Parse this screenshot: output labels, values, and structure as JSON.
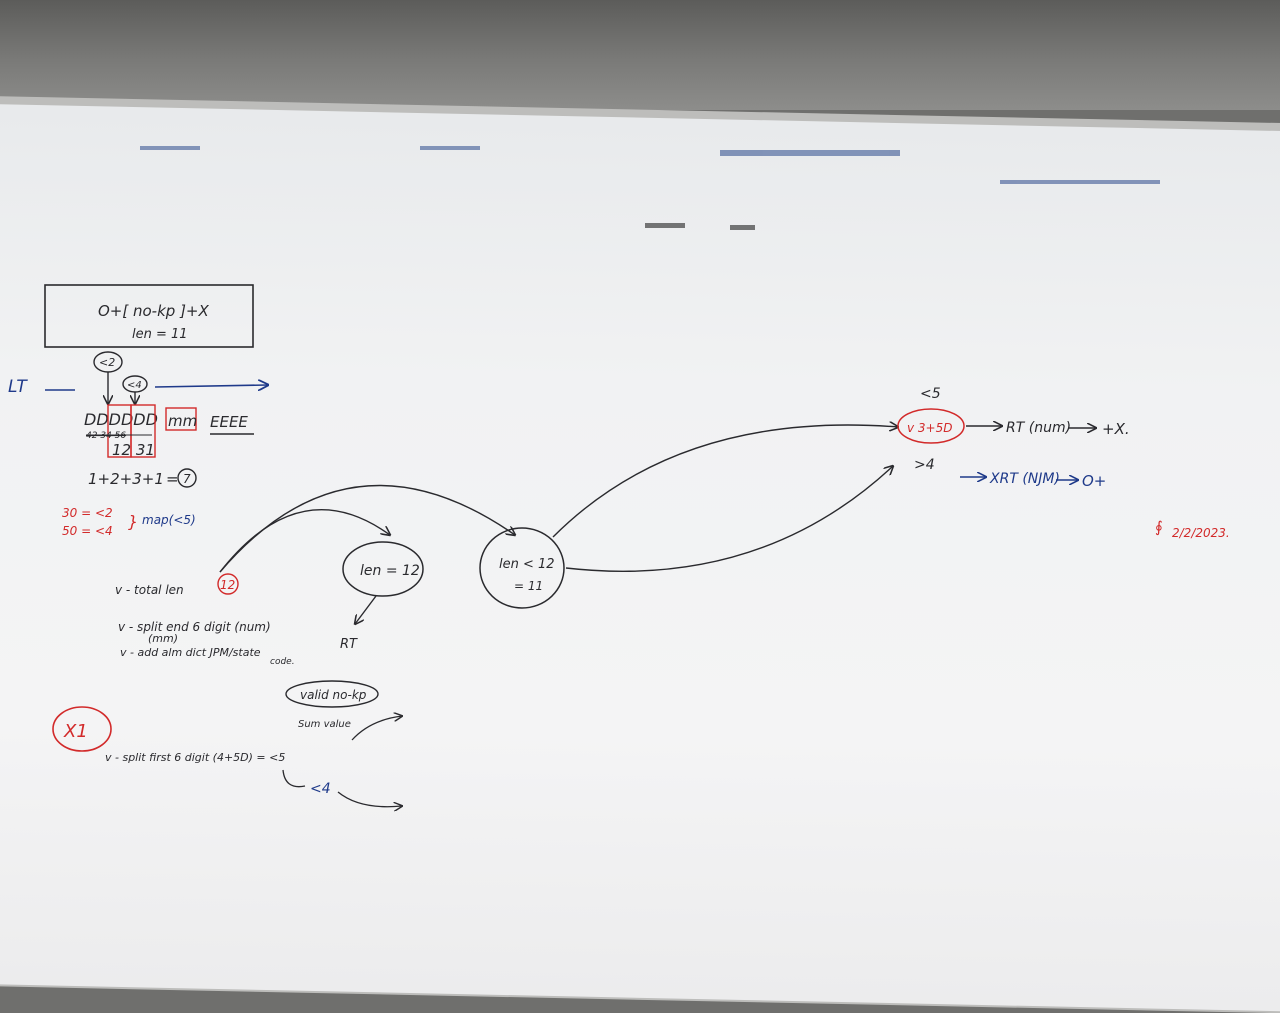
{
  "whiteboard": {
    "box": {
      "line1": "O+[ no-kp ]+X",
      "line2": "len = 11"
    },
    "left_label": "LT",
    "circle_lt2": "<2",
    "circle_lt4": "<4",
    "digits": "DDDDDD",
    "crossed_values": "42  34  56",
    "group_values": "12 31",
    "mm": "mm",
    "eeee": "EEEE",
    "sum": "1+2+3+1",
    "sum_result": "7",
    "rule1": "30 = <2",
    "rule2": "50 = <4",
    "map_label": "map(<5)",
    "check1": "v - total len",
    "check1_value": "12",
    "check2": "v - split end 6 digit (num)",
    "check2_sub": "(mm)",
    "check3": "v - add alm dict JPM/state",
    "check3_sub": "code.",
    "len12": "len = 12",
    "rt_under_len12": "RT",
    "valid_label": "valid no-kp",
    "sum_value_label": "Sum value",
    "split_first": "v - split first 6 digit (4+5D) = <5",
    "lt4_bottom": "<4",
    "x1_label": "X1",
    "len_lt12": "len < 12",
    "eq11": "= 11",
    "lt5_top": "<5",
    "check_315d": "v 3+5D",
    "rt_num": "RT (num)",
    "plus_x": "+X.",
    "gt4": ">4",
    "xrt": "XRT (NJM)",
    "o_plus": "O+",
    "date": "2/2/2023."
  },
  "colors": {
    "ink_black": "#2a2a2e",
    "ink_blue": "#1f3a8a",
    "ink_red": "#d22a2a",
    "board": "#f1f2f3",
    "wall": "#6f6f6d"
  }
}
